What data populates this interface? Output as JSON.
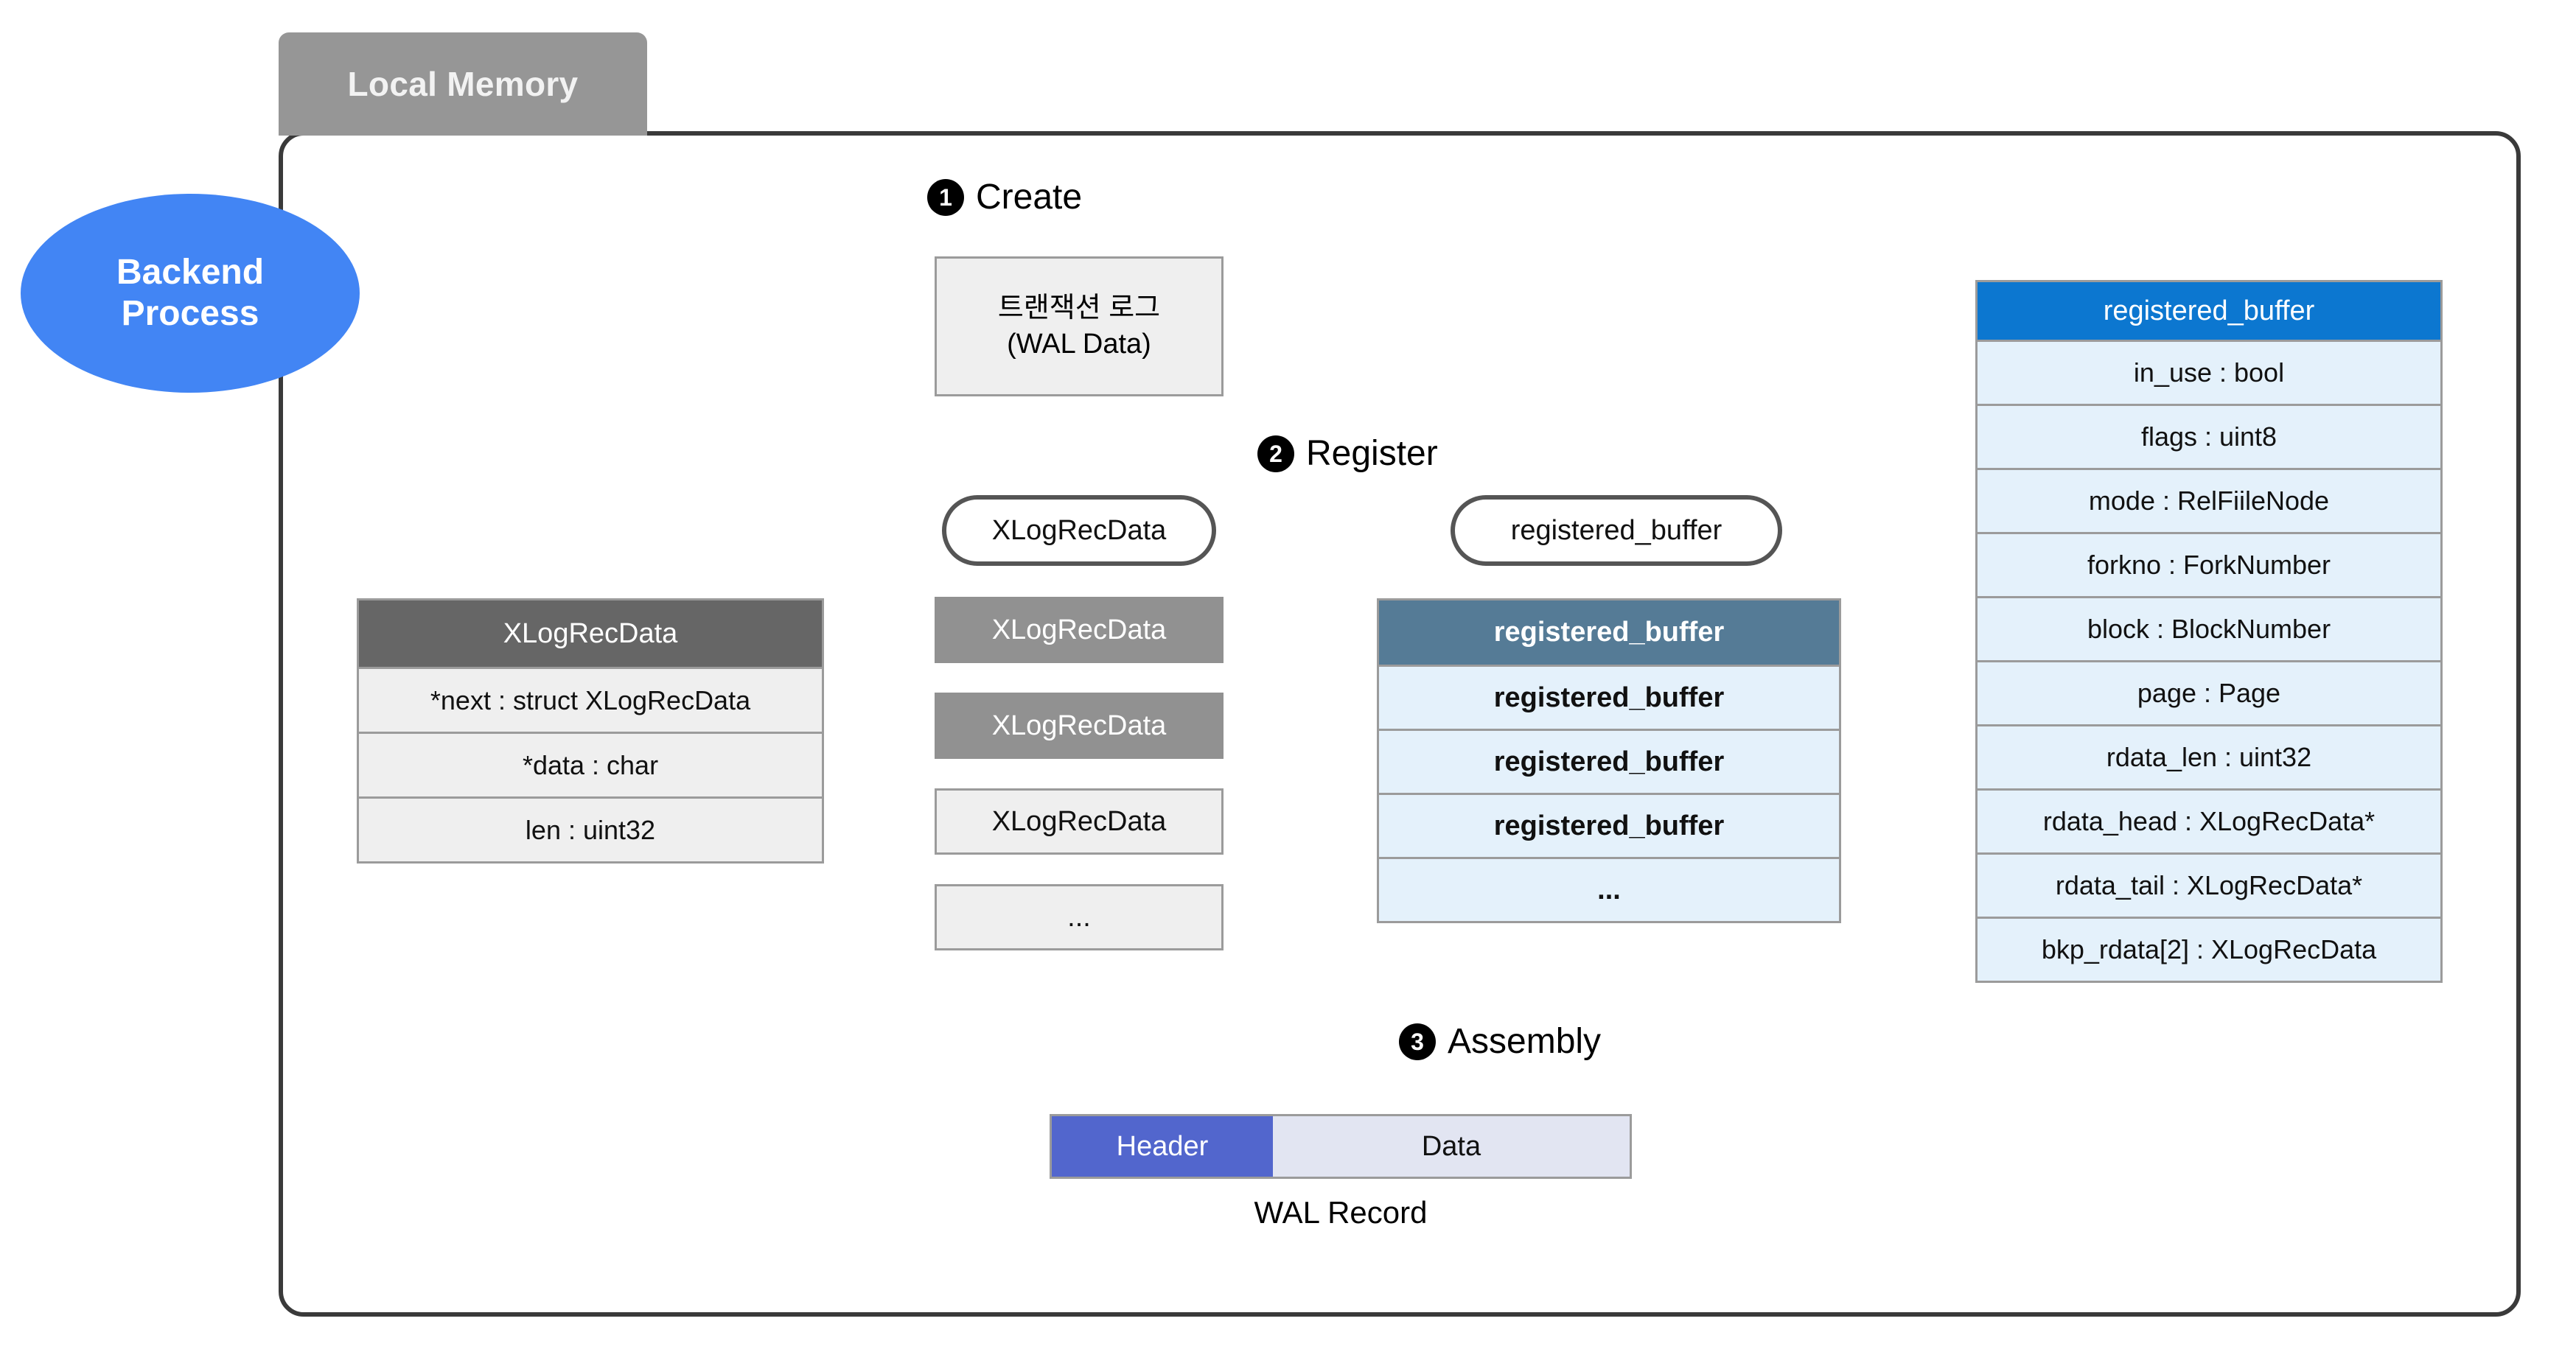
{
  "container": {
    "tab_label": "Local Memory"
  },
  "actor": {
    "line1": "Backend",
    "line2": "Process"
  },
  "steps": [
    {
      "num": "1",
      "label": "Create"
    },
    {
      "num": "2",
      "label": "Register"
    },
    {
      "num": "3",
      "label": "Assembly"
    }
  ],
  "wal_source": {
    "line1": "트랜잭션 로그",
    "line2": "(WAL Data)"
  },
  "pills": {
    "xlogrecdata": "XLogRecData",
    "registered_buffer": "registered_buffer"
  },
  "xlogrecdata_struct": {
    "title": "XLogRecData",
    "fields": [
      "*next : struct XLogRecData",
      "*data : char",
      "len : uint32"
    ]
  },
  "registered_buffer_struct": {
    "title": "registered_buffer",
    "fields": [
      "in_use : bool",
      "flags : uint8",
      "mode : RelFiileNode",
      "forkno : ForkNumber",
      "block : BlockNumber",
      "page : Page",
      "rdata_len : uint32",
      "rdata_head : XLogRecData*",
      "rdata_tail : XLogRecData*",
      "bkp_rdata[2] : XLogRecData"
    ]
  },
  "xlogrecdata_list": [
    {
      "label": "XLogRecData",
      "style": "dark"
    },
    {
      "label": "XLogRecData",
      "style": "dark"
    },
    {
      "label": "XLogRecData",
      "style": "light"
    },
    {
      "label": "...",
      "style": "light"
    }
  ],
  "registered_buffer_list": [
    {
      "label": "registered_buffer",
      "style": "hdr"
    },
    {
      "label": "registered_buffer",
      "style": "body"
    },
    {
      "label": "registered_buffer",
      "style": "body"
    },
    {
      "label": "registered_buffer",
      "style": "body"
    },
    {
      "label": "...",
      "style": "dots"
    }
  ],
  "wal_record": {
    "header_label": "Header",
    "data_label": "Data",
    "caption": "WAL Record"
  },
  "colors": {
    "accent_blue": "#4285f4",
    "struct_header_blue": "#0c77d0",
    "buffer_header_slate": "#557b96",
    "struct_header_gray": "#666666",
    "tab_gray": "#969696",
    "wal_header_indigo": "#5266cd",
    "row_light_blue": "#e4f1fb",
    "row_light_gray": "#efefef"
  }
}
